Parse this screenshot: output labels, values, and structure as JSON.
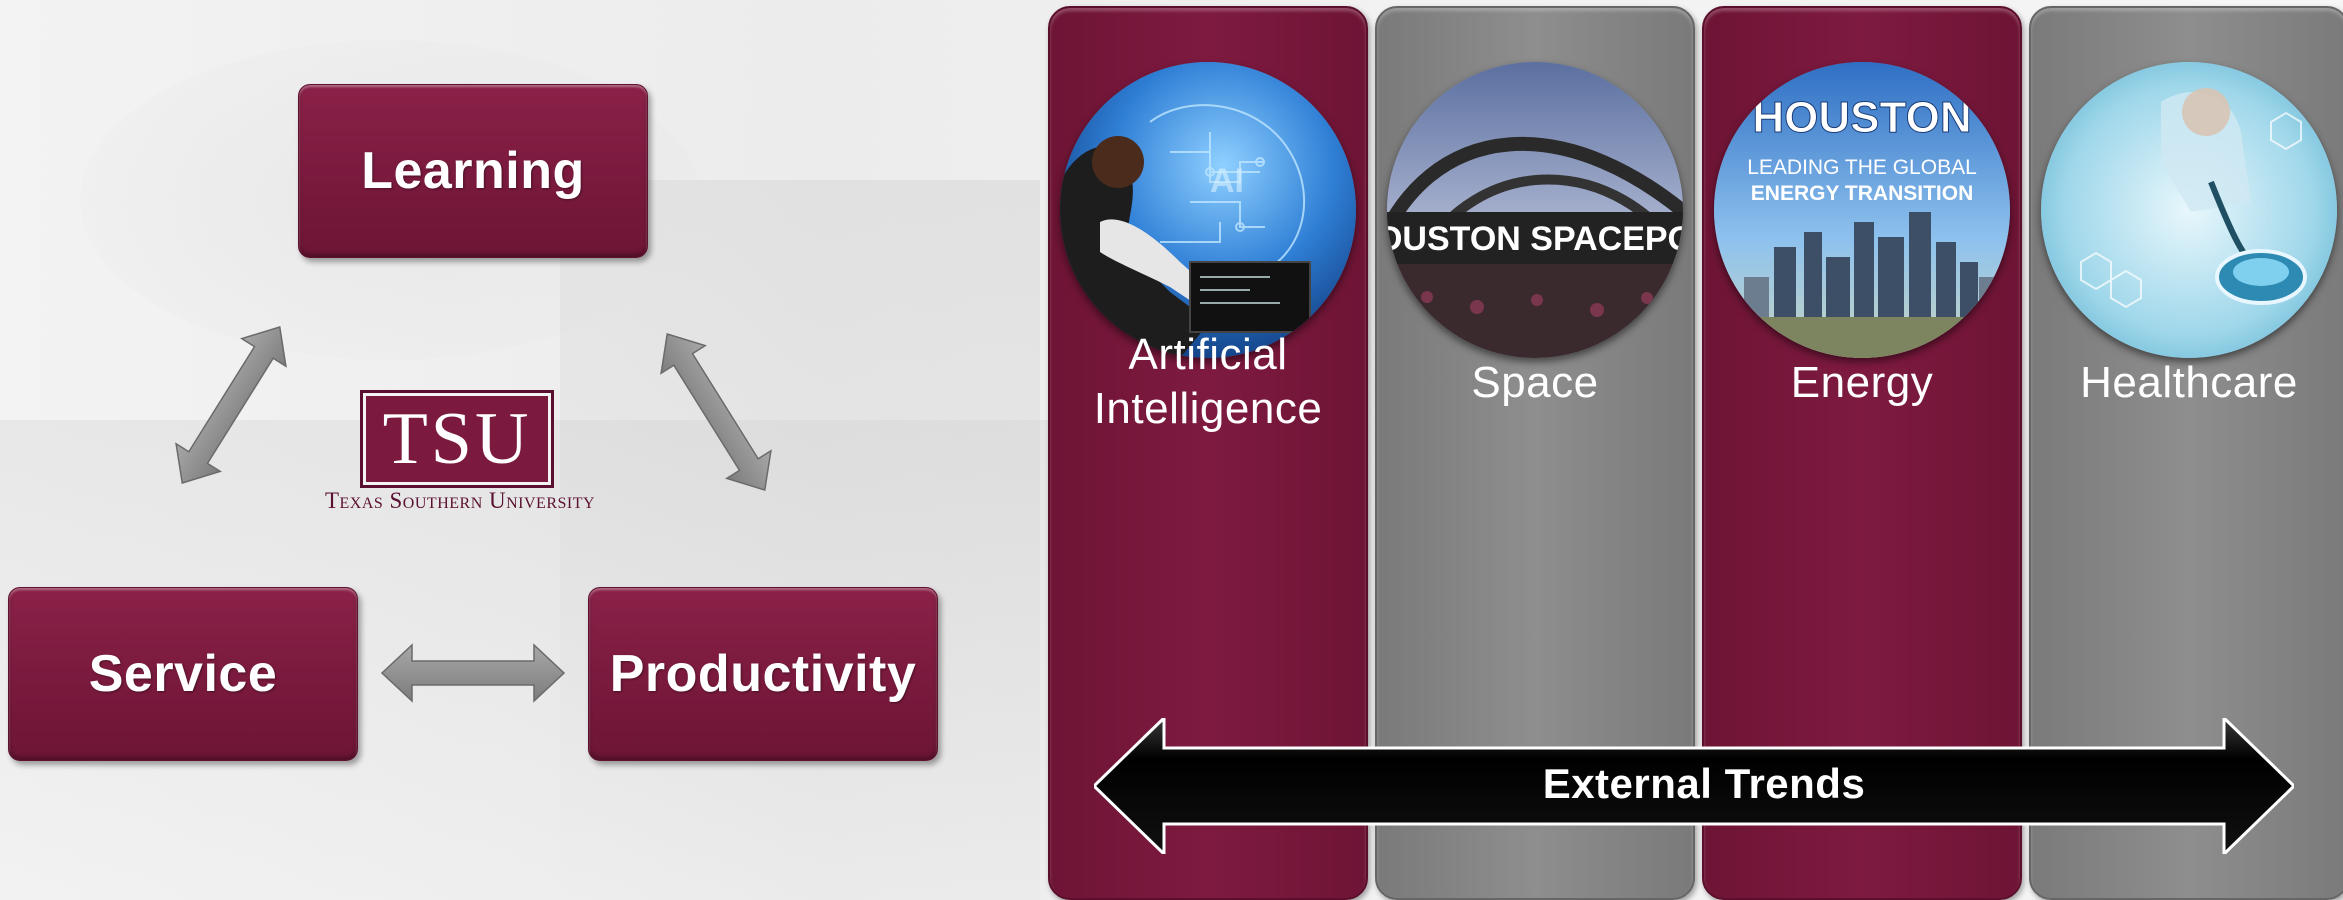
{
  "cycle": {
    "learning": "Learning",
    "service": "Service",
    "productivity": "Productivity"
  },
  "logo": {
    "abbrev": "TSU",
    "name": "Texas Southern University"
  },
  "columns": [
    {
      "label_line1": "Artificial",
      "label_line2": "Intelligence",
      "color": "maroon"
    },
    {
      "label": "Space",
      "color": "gray",
      "image_text": "OUSTON SPACEPO"
    },
    {
      "label": "Energy",
      "color": "maroon",
      "image_text": {
        "title": "HOUSTON",
        "line1": "LEADING THE GLOBAL",
        "line2": "ENERGY TRANSITION"
      }
    },
    {
      "label": "Healthcare",
      "color": "gray"
    }
  ],
  "trend": {
    "label": "External Trends"
  },
  "colors": {
    "maroon": "#7b1a3e",
    "gray": "#888888",
    "arrow_gray": "#8a8a8a",
    "trend_arrow": "#000000"
  }
}
